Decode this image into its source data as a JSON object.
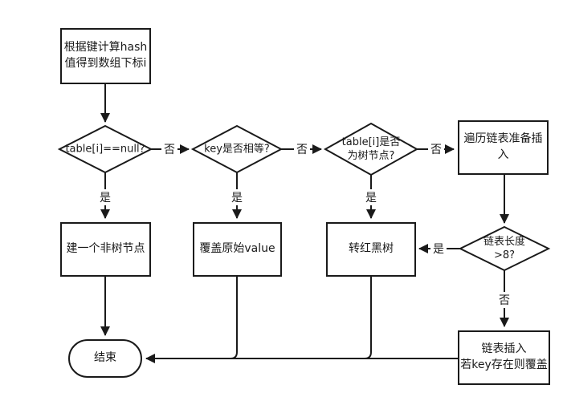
{
  "diagram": {
    "colors": {
      "stroke": "#1a1a1a",
      "background": "#ffffff"
    },
    "nodes": {
      "hash_calc": {
        "type": "process",
        "label": "根据键计算hash\n值得到数组下标i"
      },
      "check_null": {
        "type": "decision",
        "label": "table[i]==null?"
      },
      "check_key": {
        "type": "decision",
        "label": "key是否相等?"
      },
      "check_tree": {
        "type": "decision",
        "label": "table[i]是否\n为树节点?"
      },
      "traverse_list": {
        "type": "process",
        "label": "遍历链表准备插\n入"
      },
      "create_node": {
        "type": "process",
        "label": "建一个非树节点"
      },
      "overwrite_value": {
        "type": "process",
        "label": "覆盖原始value"
      },
      "to_rbtree": {
        "type": "process",
        "label": "转红黑树"
      },
      "check_length": {
        "type": "decision",
        "label": "链表长度>8?"
      },
      "list_insert": {
        "type": "process",
        "label": "链表插入\n若key存在则覆盖"
      },
      "end": {
        "type": "terminal",
        "label": "结束"
      }
    },
    "edge_labels": {
      "null_no": "否",
      "key_no": "否",
      "tree_no": "否",
      "null_yes": "是",
      "key_yes": "是",
      "tree_yes": "是",
      "len_yes": "是",
      "len_no": "否"
    }
  }
}
